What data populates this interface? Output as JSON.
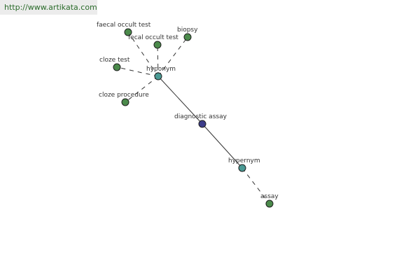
{
  "banner": {
    "url_text": "http://www.artikata.com"
  },
  "colors": {
    "node_leaf": "#4b8a4b",
    "node_relation": "#4a9a94",
    "node_center": "#3c3c8a",
    "edge": "#333333",
    "banner_bg": "#ececec",
    "banner_text": "#2a6b2a"
  },
  "graph": {
    "nodes": [
      {
        "id": "faecal",
        "label": "faecal occult test",
        "kind": "leaf"
      },
      {
        "id": "fecal",
        "label": "fecal occult test",
        "kind": "leaf"
      },
      {
        "id": "biopsy",
        "label": "biopsy",
        "kind": "leaf"
      },
      {
        "id": "cloze_test",
        "label": "cloze test",
        "kind": "leaf"
      },
      {
        "id": "hyponym",
        "label": "hyponym",
        "kind": "relation"
      },
      {
        "id": "cloze_proc",
        "label": "cloze procedure",
        "kind": "leaf"
      },
      {
        "id": "diag",
        "label": "diagnostic assay",
        "kind": "center"
      },
      {
        "id": "hypernym",
        "label": "hypernym",
        "kind": "relation"
      },
      {
        "id": "assay",
        "label": "assay",
        "kind": "leaf"
      }
    ],
    "edges": [
      {
        "from": "hyponym",
        "to": "faecal",
        "style": "dashed"
      },
      {
        "from": "hyponym",
        "to": "fecal",
        "style": "dashed"
      },
      {
        "from": "hyponym",
        "to": "biopsy",
        "style": "dashed"
      },
      {
        "from": "hyponym",
        "to": "cloze_test",
        "style": "dashed"
      },
      {
        "from": "hyponym",
        "to": "cloze_proc",
        "style": "dashed"
      },
      {
        "from": "diag",
        "to": "hyponym",
        "style": "solid"
      },
      {
        "from": "diag",
        "to": "hypernym",
        "style": "solid"
      },
      {
        "from": "hypernym",
        "to": "assay",
        "style": "dashed"
      }
    ]
  }
}
